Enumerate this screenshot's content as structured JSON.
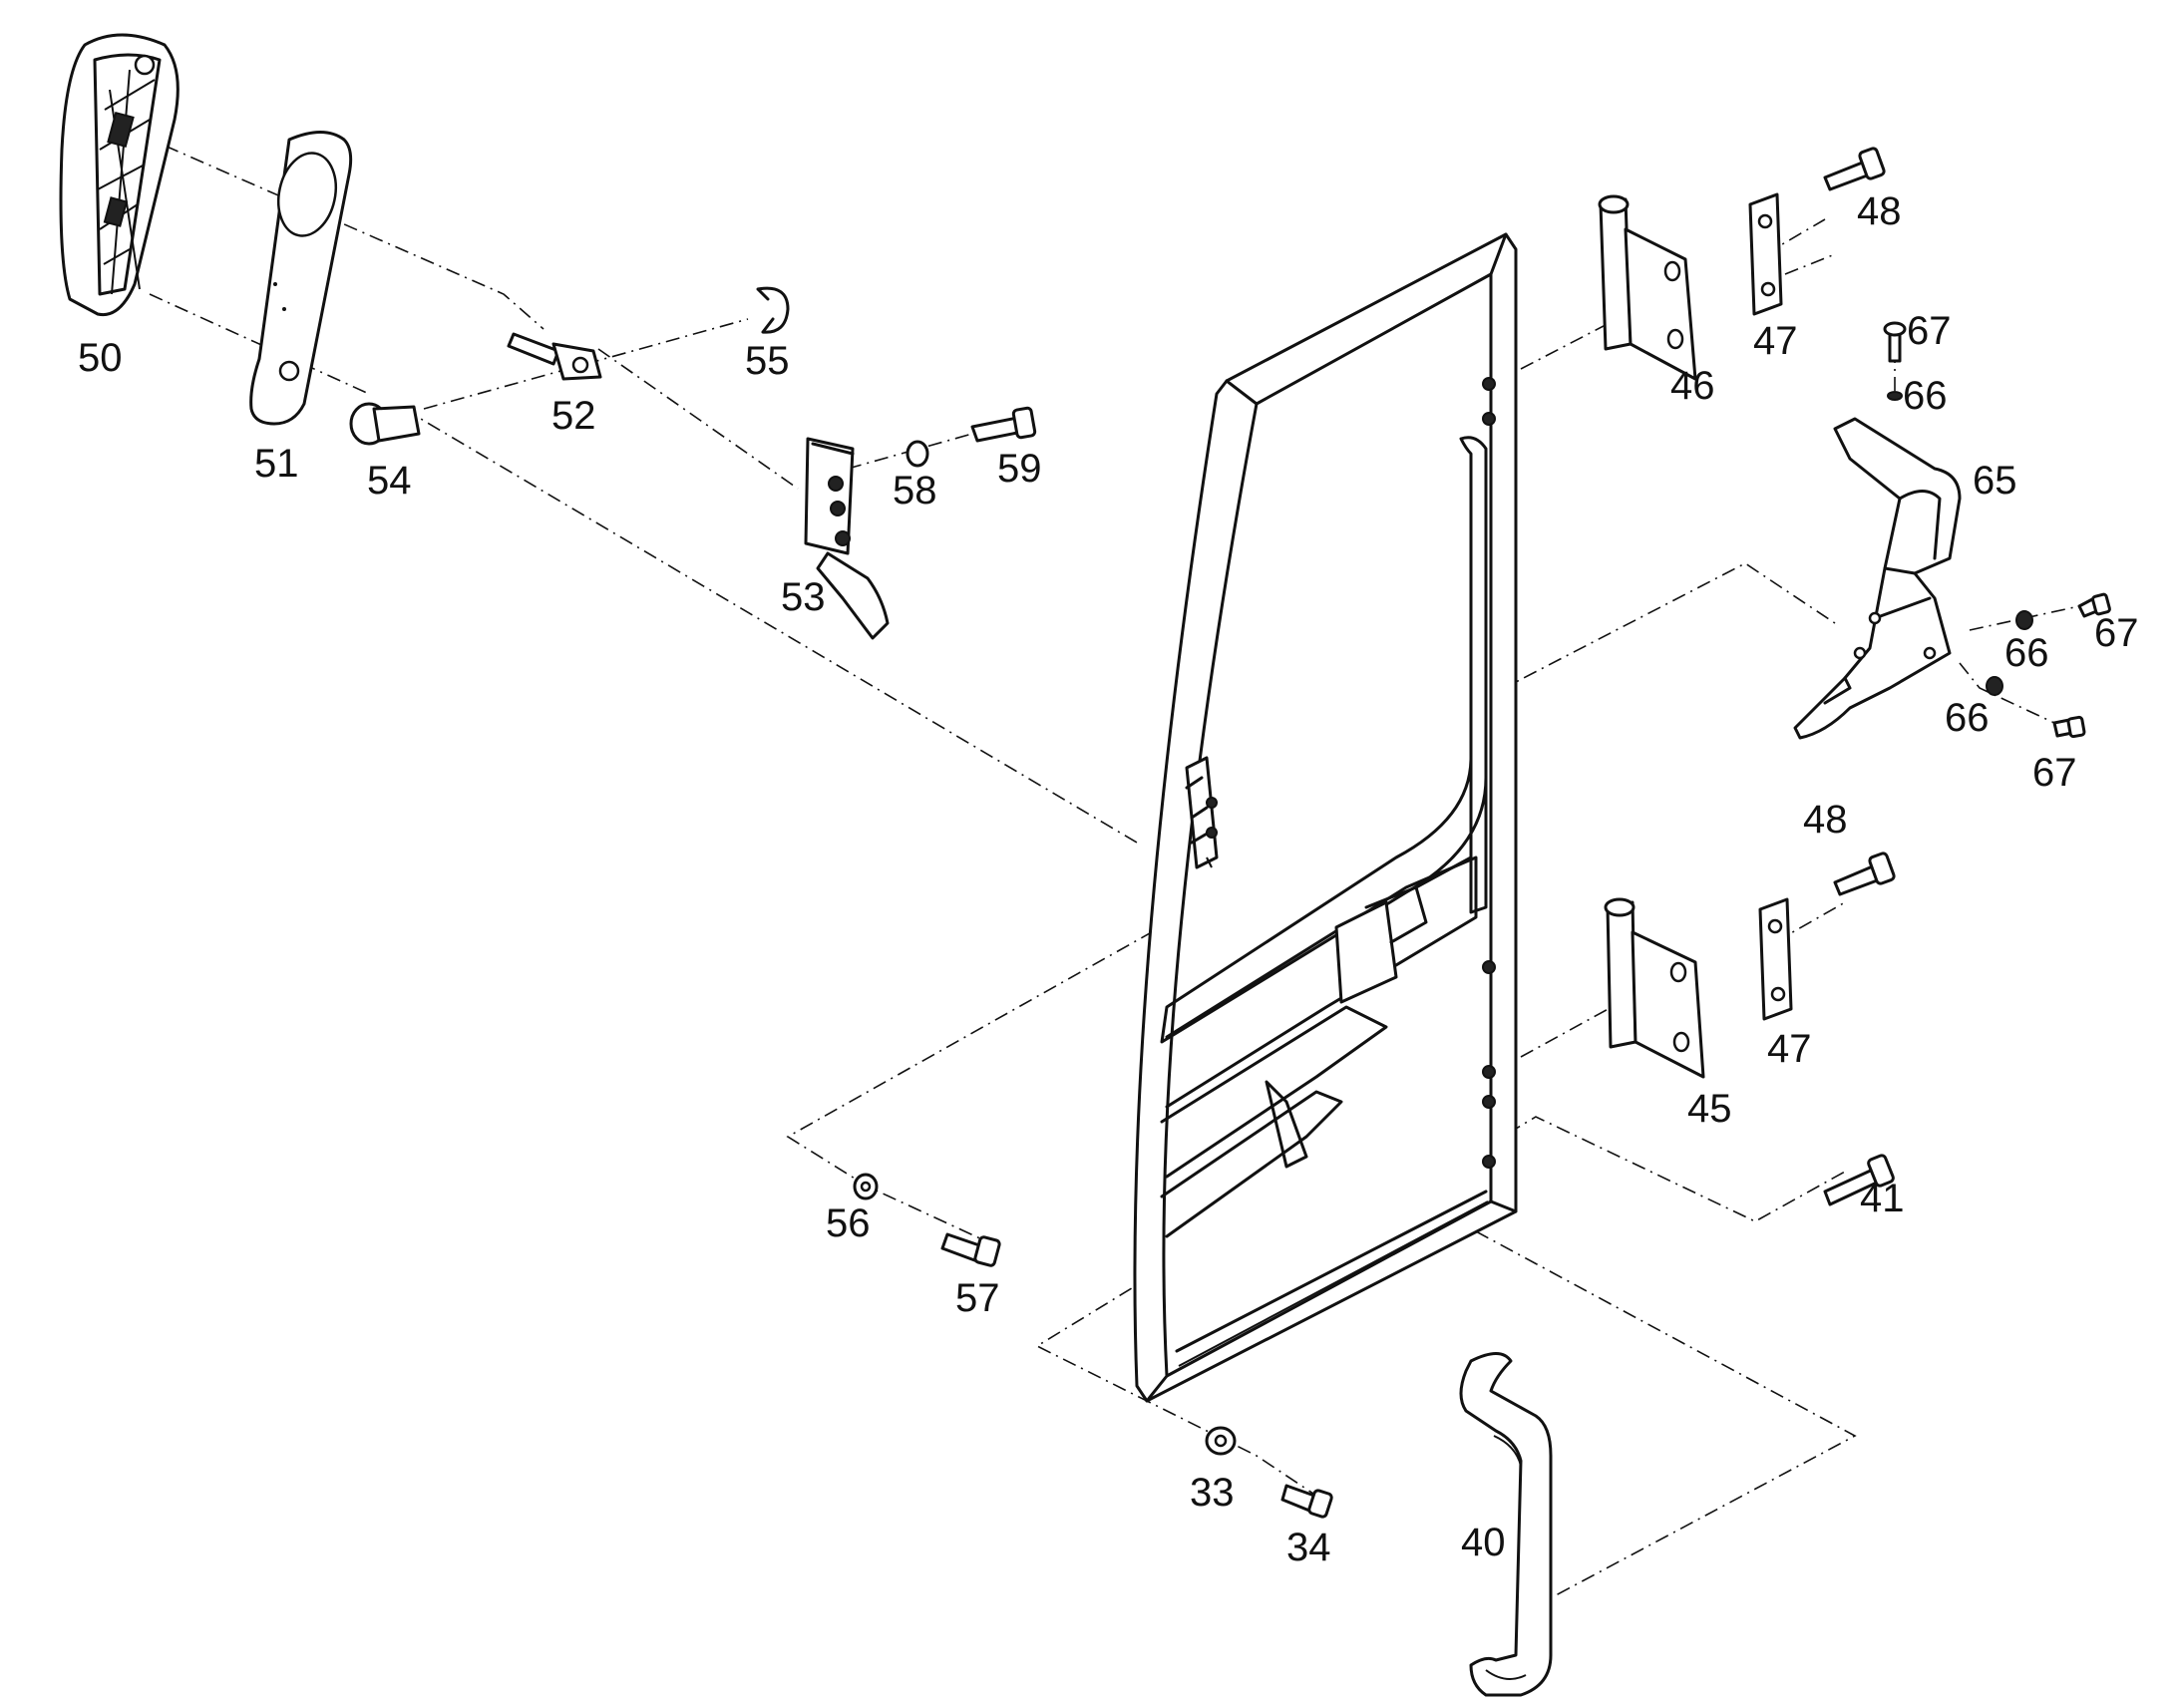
{
  "callouts": {
    "c33": "33",
    "c34": "34",
    "c40": "40",
    "c41": "41",
    "c45": "45",
    "c46": "46",
    "c47a": "47",
    "c47b": "47",
    "c48a": "48",
    "c48b": "48",
    "c50": "50",
    "c51": "51",
    "c52": "52",
    "c53": "53",
    "c54": "54",
    "c55": "55",
    "c56": "56",
    "c57": "57",
    "c58": "58",
    "c59": "59",
    "c65": "65",
    "c66a": "66",
    "c66b": "66",
    "c66c": "66",
    "c67a": "67",
    "c67b": "67",
    "c67c": "67"
  }
}
